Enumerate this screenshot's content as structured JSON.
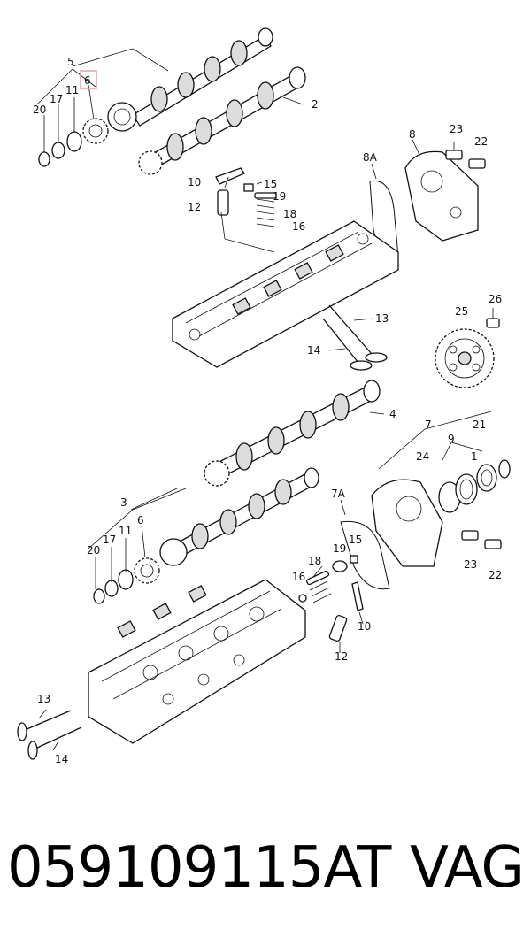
{
  "diagram": {
    "highlight_color": "#e8a0a0",
    "labels": {
      "l5a": "5",
      "l6a": "6",
      "l20a": "20",
      "l17a": "17",
      "l11a": "11",
      "l2": "2",
      "l8": "8",
      "l23a": "23",
      "l22a": "22",
      "l8A": "8A",
      "l10a": "10",
      "l15a": "15",
      "l19a": "19",
      "l12a": "12",
      "l18a": "18",
      "l16a": "16",
      "l13a": "13",
      "l14a": "14",
      "l25": "25",
      "l26": "26",
      "l4": "4",
      "l7": "7",
      "l9": "9",
      "l21": "21",
      "l24": "24",
      "l1": "1",
      "l3": "3",
      "l6b": "6",
      "l17b": "17",
      "l11b": "11",
      "l20b": "20",
      "l7A": "7A",
      "l15b": "15",
      "l18b": "18",
      "l19b": "19",
      "l16b": "16",
      "l10b": "10",
      "l12b": "12",
      "l23b": "23",
      "l22b": "22",
      "l13b": "13",
      "l14b": "14"
    }
  },
  "caption": {
    "part_number": "059109115AT",
    "brand": "VAG"
  }
}
